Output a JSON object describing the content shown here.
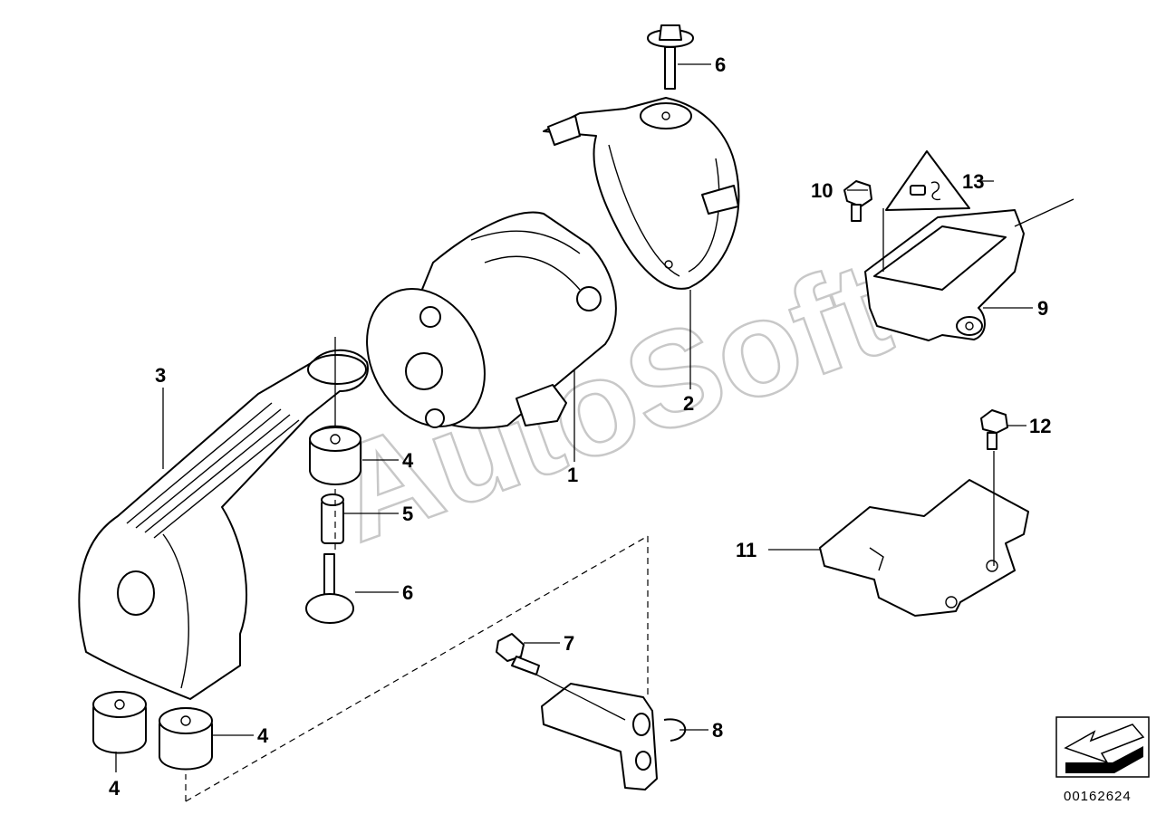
{
  "watermark": "AutoSoft",
  "document_number": "00162624",
  "callouts": [
    {
      "id": "c1",
      "text": "1"
    },
    {
      "id": "c2",
      "text": "2"
    },
    {
      "id": "c3",
      "text": "3"
    },
    {
      "id": "c4a",
      "text": "4"
    },
    {
      "id": "c4b",
      "text": "4"
    },
    {
      "id": "c4c",
      "text": "4"
    },
    {
      "id": "c5",
      "text": "5"
    },
    {
      "id": "c6a",
      "text": "6"
    },
    {
      "id": "c6b",
      "text": "6"
    },
    {
      "id": "c7",
      "text": "7"
    },
    {
      "id": "c8",
      "text": "8"
    },
    {
      "id": "c9",
      "text": "9"
    },
    {
      "id": "c10",
      "text": "10"
    },
    {
      "id": "c11",
      "text": "11"
    },
    {
      "id": "c12",
      "text": "12"
    },
    {
      "id": "c13",
      "text": "13"
    }
  ]
}
